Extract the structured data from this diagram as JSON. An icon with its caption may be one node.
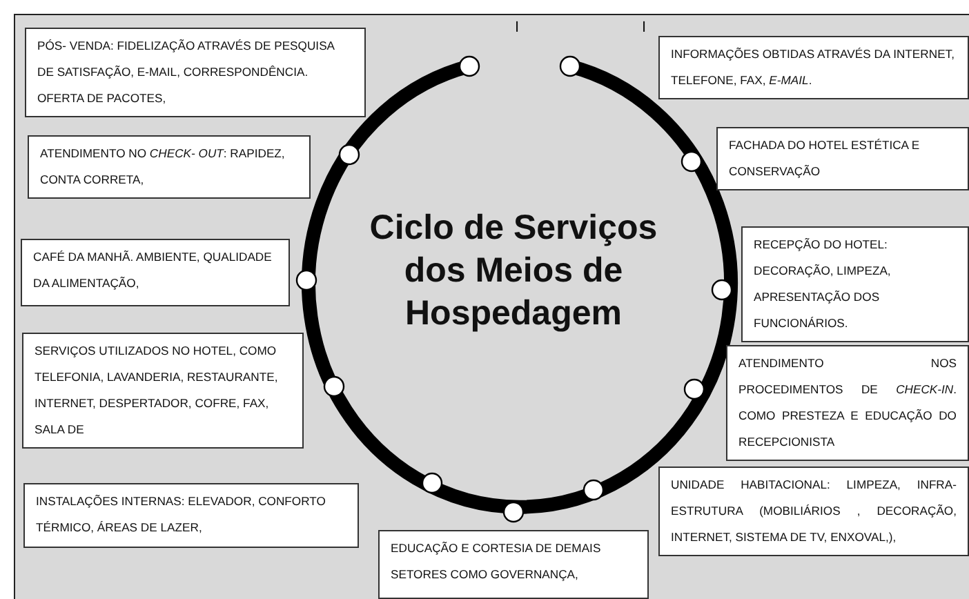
{
  "diagram": {
    "title": "Ciclo de Serviços dos Meios de Hospedagem",
    "nodes": [
      {
        "text": [
          "PÓS- VENDA: FIDELIZAÇÃO ATRAVÉS DE PESQUISA DE SATISFAÇÃO, E-MAIL, CORRESPONDÊNCIA. OFERTA DE PACOTES,"
        ]
      },
      {
        "text": [
          "INFORMAÇÕES OBTIDAS ATRAVÉS DA INTERNET, TELEFONE, FAX, *E-MAIL*."
        ]
      },
      {
        "text": [
          "ATENDIMENTO NO *CHECK- OUT*: RAPIDEZ, CONTA CORRETA,"
        ]
      },
      {
        "text": [
          "FACHADA DO HOTEL ESTÉTICA E CONSERVAÇÃO"
        ]
      },
      {
        "text": [
          "CAFÉ DA MANHÃ. AMBIENTE, QUALIDADE DA ALIMENTAÇÃO,"
        ]
      },
      {
        "text": [
          "RECEPÇÃO DO HOTEL: DECORAÇÃO, LIMPEZA, APRESENTAÇÃO DOS FUNCIONÁRIOS."
        ]
      },
      {
        "text": [
          "SERVIÇOS UTILIZADOS NO HOTEL, COMO TELEFONIA, LAVANDERIA, RESTAURANTE, INTERNET, DESPERTADOR, COFRE, FAX, SALA DE"
        ]
      },
      {
        "text": [
          "ATENDIMENTO NOS PROCEDIMENTOS DE *CHECK-IN*. COMO PRESTEZA E EDUCAÇÃO DO RECEPCIONISTA"
        ]
      },
      {
        "text": [
          "INSTALAÇÕES INTERNAS: ELEVADOR, CONFORTO TÉRMICO, ÁREAS DE LAZER,"
        ]
      },
      {
        "text": [
          "UNIDADE HABITACIONAL: LIMPEZA, INFRA-ESTRUTURA (MOBILIÁRIOS , DECORAÇÃO, INTERNET, SISTEMA DE TV, ENXOVAL,),"
        ]
      },
      {
        "text": [
          "EDUCAÇÃO E CORTESIA DE DEMAIS SETORES COMO GOVERNANÇA,"
        ]
      }
    ],
    "labels": [
      "I",
      "I"
    ]
  }
}
